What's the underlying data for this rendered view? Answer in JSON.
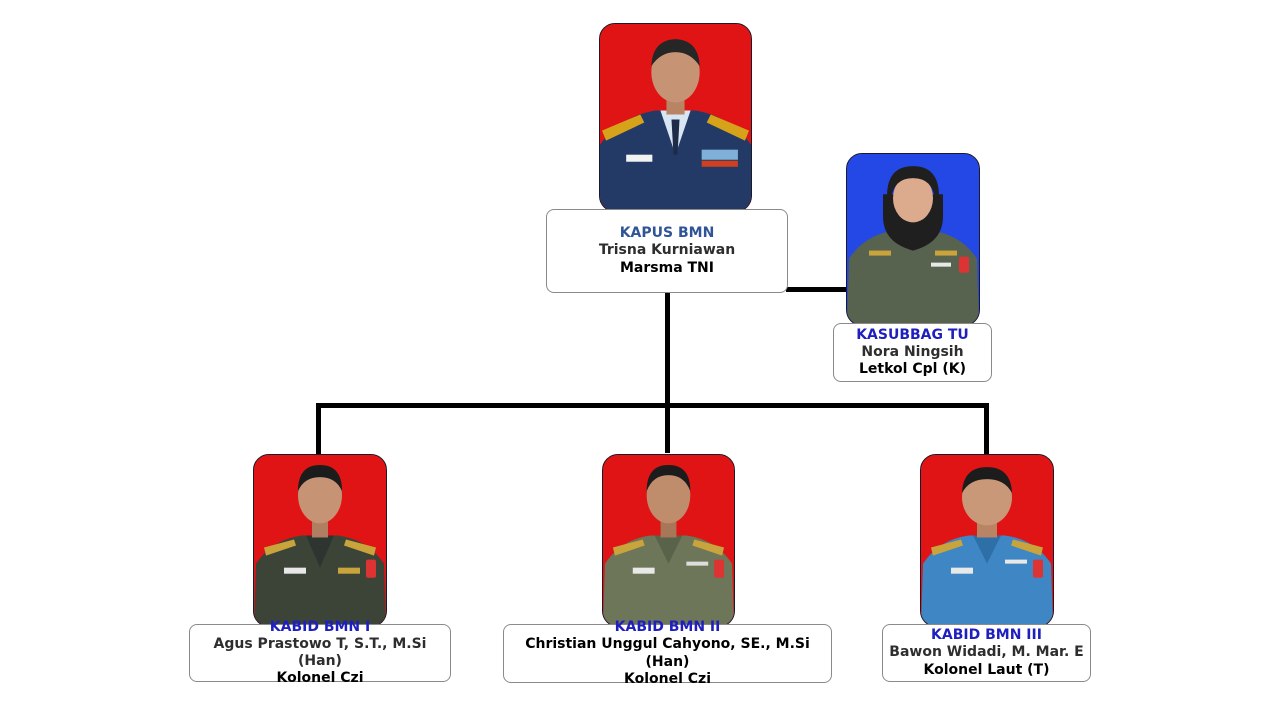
{
  "colors": {
    "head_title": "#2f5597",
    "sub_title": "#1f1fbf",
    "connector": "#000000",
    "photo_bg_red": "#e01414",
    "photo_bg_blue": "#2448e6"
  },
  "head": {
    "title": "KAPUS BMN",
    "name": "Trisna Kurniawan",
    "rank": "Marsma TNI",
    "photo_icon": "portrait-air-force-officer"
  },
  "staff": {
    "title": "KASUBBAG TU",
    "name": "Nora Ningsih",
    "rank": "Letkol Cpl (K)",
    "photo_icon": "portrait-army-officer-hijab"
  },
  "divisions": [
    {
      "title": "KABID BMN I",
      "name": "Agus Prastowo T, S.T., M.Si (Han)",
      "rank": "Kolonel Czi",
      "photo_icon": "portrait-army-officer"
    },
    {
      "title": "KABID BMN II",
      "name": "Christian Unggul Cahyono, SE., M.Si (Han)",
      "rank": "Kolonel Czi",
      "photo_icon": "portrait-army-officer"
    },
    {
      "title": "KABID BMN III",
      "name": "Bawon Widadi, M. Mar. E",
      "rank": "Kolonel Laut (T)",
      "photo_icon": "portrait-navy-officer"
    }
  ]
}
